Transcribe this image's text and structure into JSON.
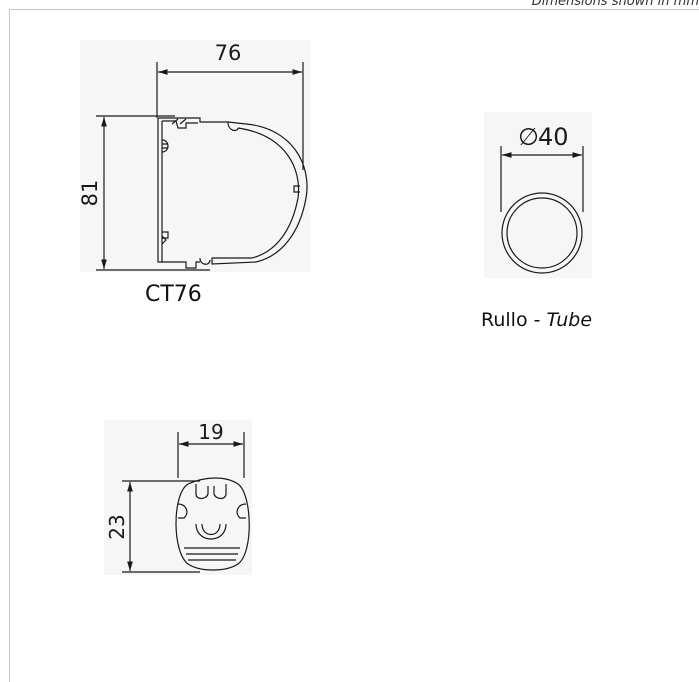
{
  "header_note": "Dimensions shown in mm",
  "profiles": [
    {
      "id": "ct76",
      "caption": "CT76",
      "width_dim": "76",
      "height_dim": "81"
    },
    {
      "id": "tube",
      "caption_main": "Rullo - ",
      "caption_italic": "Tube",
      "diameter_dim": "40",
      "diameter_symbol": "∅"
    },
    {
      "id": "small",
      "width_dim": "19",
      "height_dim": "23"
    }
  ],
  "colors": {
    "line": "#1a1a1a",
    "panel": "#f6f6f6",
    "frame": "#c9c9c9"
  }
}
